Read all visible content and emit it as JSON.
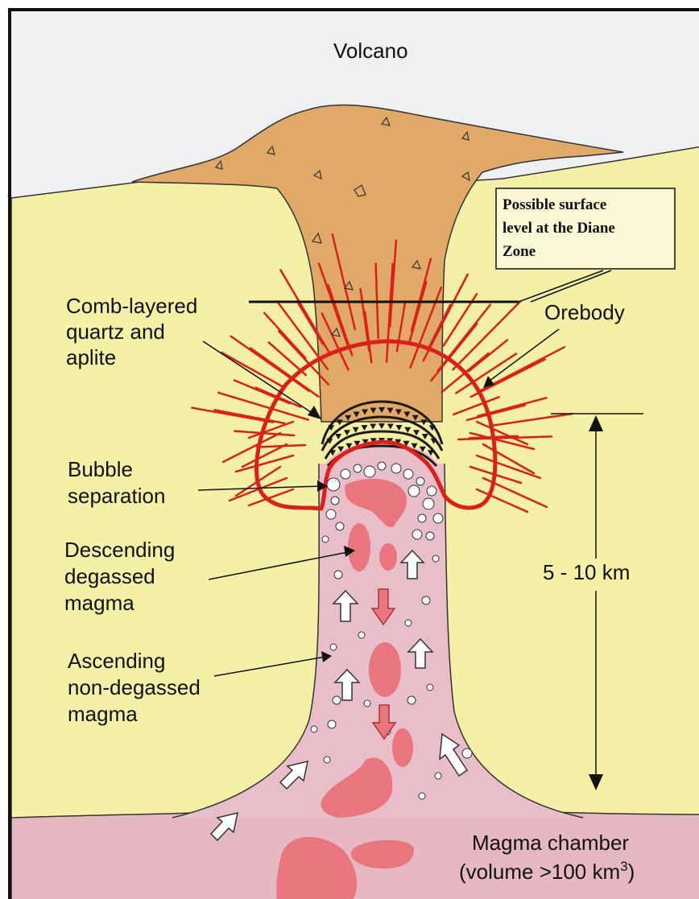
{
  "title": "Volcano",
  "labels": {
    "surface_level_line1": "Possible surface",
    "surface_level_line2": "level at the Diane",
    "surface_level_line3": "Zone",
    "comb_line1": "Comb-layered",
    "comb_line2": "quartz and",
    "comb_line3": "aplite",
    "orebody": "Orebody",
    "bubble_line1": "Bubble",
    "bubble_line2": "separation",
    "descending_line1": "Descending",
    "descending_line2": "degassed",
    "descending_line3": "magma",
    "ascending_line1": "Ascending",
    "ascending_line2": "non-degassed",
    "ascending_line3": "magma",
    "depth_scale": "5 - 10 km",
    "chamber_line1": "Magma chamber",
    "chamber_line2_prefix": "(volume >100 km",
    "chamber_line2_sup": "3",
    "chamber_line2_suffix": ")"
  },
  "colors": {
    "sky": "#eef0f2",
    "country_rock": "#f4f0a6",
    "volcanic_edifice": "#e0a968",
    "magma": "#e8bec8",
    "magma_chamber": "#e6b8c2",
    "degassed_blob": "#e9767e",
    "orebody_red": "#dd1f1a",
    "comb_layer": "#1a1a1a"
  }
}
